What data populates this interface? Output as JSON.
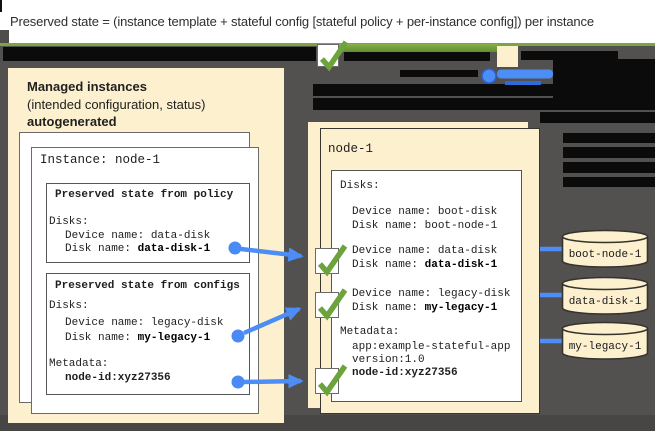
{
  "title": "Preserved state = (instance template + stateful config [stateful policy + per-instance config]) per instance",
  "colors": {
    "panel_cream": "#fcf0cf",
    "background_gray": "#535150",
    "check_green": "#6ca33c",
    "line_green": "#7ca440",
    "arrow_blue": "#4c8df6",
    "redaction_black": "#0b0b0b"
  },
  "icons": {
    "legend_checkbox": "green-checkmark-checkbox",
    "legend_swatch": "cream-square",
    "legend_reference": "blue-dot-arrow"
  },
  "left_panel": {
    "heading_bold_1": "Managed instances",
    "heading_regular": "(intended configuration, status)",
    "heading_bold_2": "autogenerated",
    "instance_title": "Instance: node-1",
    "policy_box": {
      "title": "Preserved state from policy",
      "disks_label": "Disks:",
      "device_line": "Device name: data-disk",
      "disk_prefix": "Disk name: ",
      "disk_value": "data-disk-1"
    },
    "configs_box": {
      "title": "Preserved state from configs",
      "disks_label": "Disks:",
      "device_line": "Device name: legacy-disk",
      "disk_prefix": "Disk name: ",
      "disk_value": "my-legacy-1",
      "metadata_label": "Metadata:",
      "metadata_value": "node-id:xyz27356"
    }
  },
  "right_panel": {
    "title": "node-1",
    "disks_label": "Disks:",
    "boot_device_line": "Device name: boot-disk",
    "boot_disk_line": "Disk name: boot-node-1",
    "data_device_line": "Device name: data-disk",
    "data_disk_prefix": "Disk name: ",
    "data_disk_value": "data-disk-1",
    "legacy_device_line": "Device name: legacy-disk",
    "legacy_disk_prefix": "Disk name: ",
    "legacy_disk_value": "my-legacy-1",
    "metadata_label": "Metadata:",
    "metadata_line_1": "app:example-stateful-app",
    "metadata_line_2": "version:1.0",
    "metadata_bold_value": "node-id:xyz27356"
  },
  "disk_cylinders": [
    "boot-node-1",
    "data-disk-1",
    "my-legacy-1"
  ]
}
